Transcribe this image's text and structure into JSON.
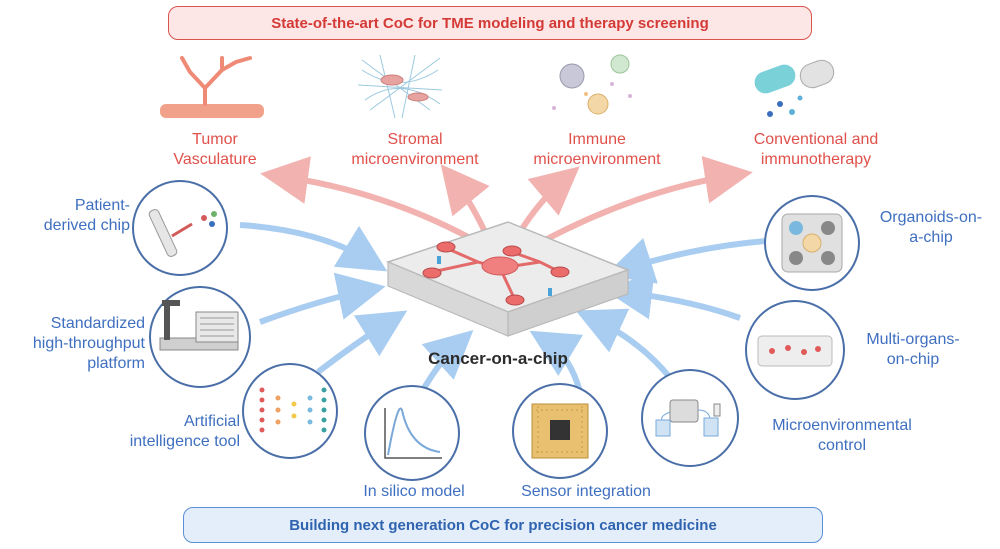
{
  "banners": {
    "top": "State-of-the-art CoC for TME modeling and therapy screening",
    "bottom": "Building next generation CoC for precision cancer medicine"
  },
  "center": {
    "title": "Cancer-on-a-chip"
  },
  "top_items": [
    {
      "line1": "Tumor",
      "line2": "Vasculature",
      "icon": "vessel-icon"
    },
    {
      "line1": "Stromal",
      "line2": "microenvironment",
      "icon": "fiber-network-icon"
    },
    {
      "line1": "Immune",
      "line2": "microenvironment",
      "icon": "immune-cell-icon"
    },
    {
      "line1": "Conventional and",
      "line2": "immunotherapy",
      "icon": "pill-capsule-icon"
    }
  ],
  "left_items": [
    {
      "line1": "Patient-",
      "line2": "derived chip",
      "icon": "pipette-icon"
    },
    {
      "line1": "Standardized",
      "line2": "high-throughput",
      "line3": "platform",
      "icon": "robot-platform-icon"
    },
    {
      "line1": "Artificial",
      "line2": "intelligence tool",
      "icon": "neural-network-icon"
    }
  ],
  "right_items": [
    {
      "line1": "Organoids-on-",
      "line2": "a-chip",
      "icon": "organoid-chip-icon"
    },
    {
      "line1": "Multi-organs-",
      "line2": "on-chip",
      "icon": "multi-organ-chip-icon"
    },
    {
      "line1": "Microenvironmental",
      "line2": "control",
      "icon": "pump-icon"
    }
  ],
  "bottom_items": [
    {
      "label": "In silico model",
      "icon": "curve-plot-icon"
    },
    {
      "label": "Sensor integration",
      "icon": "sensor-chip-icon"
    }
  ],
  "colors": {
    "red": "#e0514b",
    "blue": "#3f6fc0",
    "arrow_red": "#f2b3b0",
    "arrow_blue": "#a9cdf0",
    "circle_border": "#4a6fa8"
  }
}
